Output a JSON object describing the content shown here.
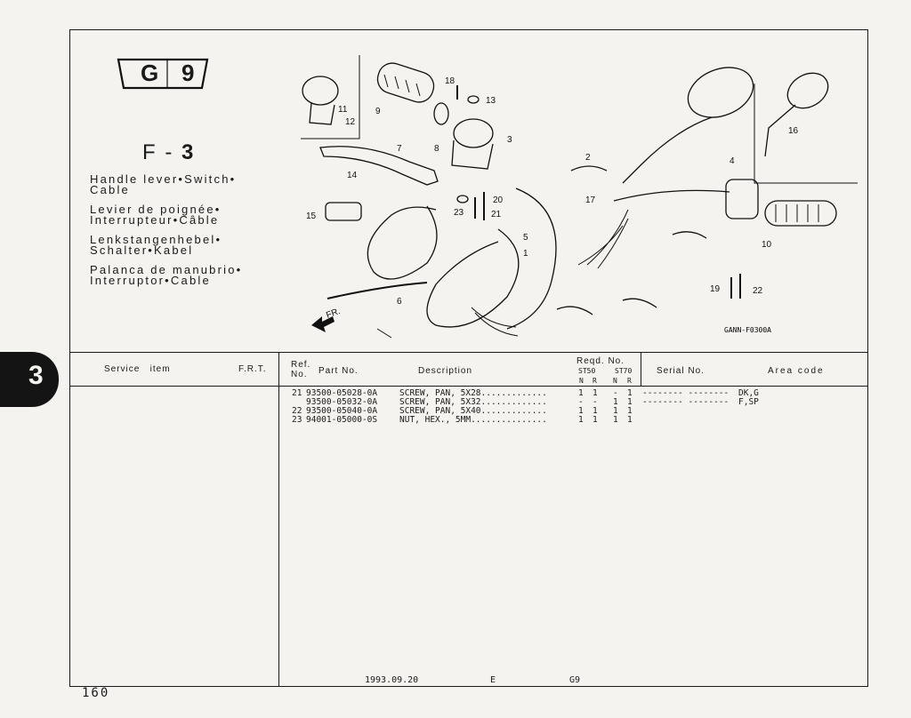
{
  "section_tab": "3",
  "group": {
    "letter": "G",
    "number": "9"
  },
  "figure_code": {
    "prefix": "F -",
    "number": "3"
  },
  "titles": {
    "english": [
      "Handle lever•Switch•",
      "Cable"
    ],
    "french": [
      "Levier de poignée•",
      "Interrupteur•Câble"
    ],
    "german": [
      "Lenkstangenhebel•",
      "Schalter•Kabel"
    ],
    "spanish": [
      "Palanca de manubrio•",
      "Interruptor•Cable"
    ]
  },
  "diagram": {
    "code": "GANN-F0300A",
    "direction_label": "FR.",
    "callouts": [
      "1",
      "2",
      "3",
      "4",
      "5",
      "6",
      "7",
      "8",
      "9",
      "10",
      "11",
      "12",
      "13",
      "14",
      "15",
      "16",
      "17",
      "18",
      "19",
      "20",
      "21",
      "22",
      "23"
    ]
  },
  "table_header": {
    "service_item": "Service   item",
    "frt": "F.R.T.",
    "ref_no": [
      "Ref.",
      "No."
    ],
    "part_no": "Part No.",
    "description": "Description",
    "reqd_no": "Reqd. No.",
    "model_a": "ST50",
    "model_b": "ST70",
    "sub_cols": [
      "N",
      "R",
      "N",
      "R"
    ],
    "serial_no": "Serial No.",
    "area_code": "Area code"
  },
  "parts": [
    {
      "ref": "21",
      "part_no": "93500-05028-0A",
      "description": "SCREW, PAN, 5X28.............",
      "qty": [
        "1",
        "1",
        "-",
        "1"
      ],
      "serial": "-------- --------",
      "area": "DK,G"
    },
    {
      "ref": "",
      "part_no": "93500-05032-0A",
      "description": "SCREW, PAN, 5X32.............",
      "qty": [
        "-",
        "-",
        "1",
        "1"
      ],
      "serial": "-------- --------",
      "area": "F,SP"
    },
    {
      "ref": "22",
      "part_no": "93500-05040-0A",
      "description": "SCREW, PAN, 5X40.............",
      "qty": [
        "1",
        "1",
        "1",
        "1"
      ],
      "serial": "",
      "area": ""
    },
    {
      "ref": "23",
      "part_no": "94001-05000-0S",
      "description": "NUT, HEX., 5MM...............",
      "qty": [
        "1",
        "1",
        "1",
        "1"
      ],
      "serial": "",
      "area": ""
    }
  ],
  "footer": {
    "date": "1993.09.20",
    "edition": "E",
    "group_code": "G9"
  },
  "page_number": "160"
}
